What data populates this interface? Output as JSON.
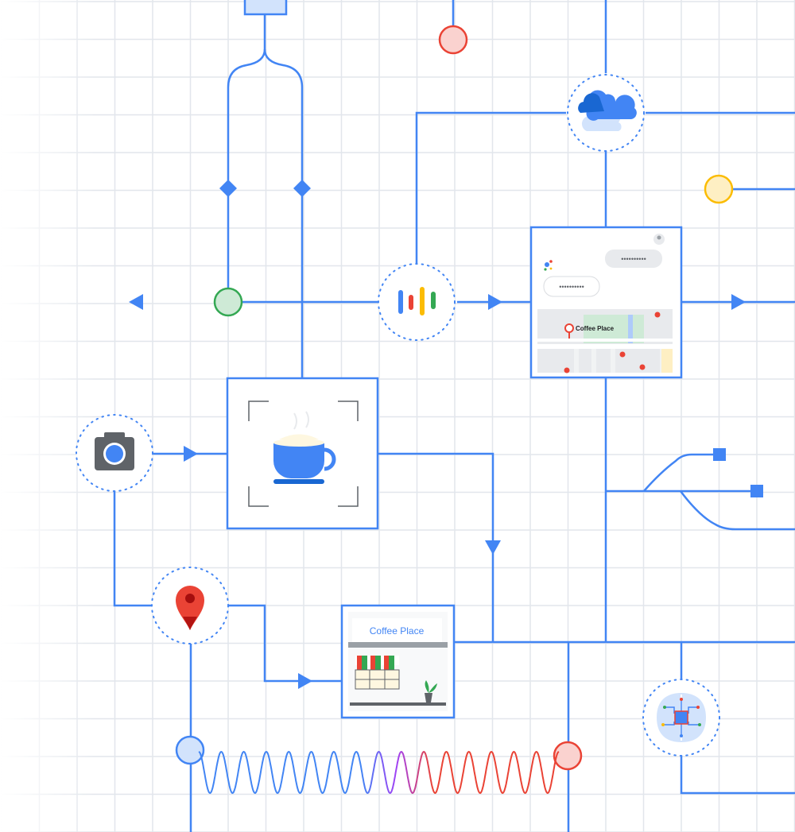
{
  "colors": {
    "line": "#4285f4",
    "grid": "#e2e6ec",
    "green_fill": "#ceead6",
    "green_stroke": "#34a853",
    "red_fill": "#fad2cf",
    "red_stroke": "#ea4335",
    "yellow_fill": "#feefc3",
    "yellow_stroke": "#fbbc04",
    "blue_fill": "#d2e3fc",
    "purple": "#a142f4"
  },
  "nodes": {
    "camera": {
      "icon": "camera-icon"
    },
    "maps_pin": {
      "icon": "map-pin-icon"
    },
    "assistant_voice": {
      "icon": "assistant-voice-icon"
    },
    "weather": {
      "icon": "cloud-icon"
    },
    "ai_chip": {
      "icon": "brain-chip-icon"
    },
    "coffee_lens": {
      "icon": "coffee-cup-icon"
    },
    "assistant_card": {
      "icon": "assistant-map-card-icon",
      "user_message": "••••••••••",
      "assistant_message": "••••••••••",
      "place_label": "Coffee Place"
    },
    "storefront": {
      "icon": "storefront-icon",
      "sign_text": "Coffee Place"
    }
  },
  "connectors": {
    "circles": [
      "green-circle",
      "red-circle-top",
      "yellow-circle",
      "blue-circle",
      "red-circle-bottom"
    ],
    "wave": {
      "left_color": "#4285f4",
      "right_color": "#ea4335"
    }
  }
}
